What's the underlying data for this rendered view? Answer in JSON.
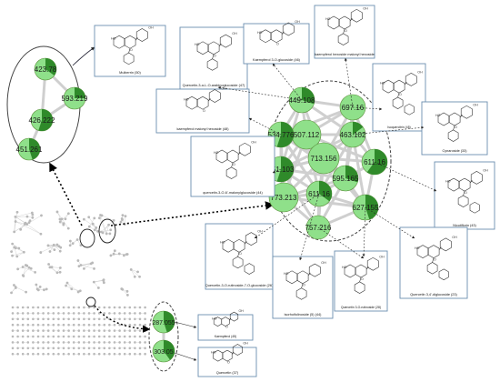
{
  "colors": {
    "node_light": "#8fe08a",
    "node_lime": "#c9ef3b",
    "node_dark": "#2f8a2a",
    "node_stroke": "#5a8f3a",
    "edge": "#cfcfcf",
    "mini_node": "#b9b9b9",
    "mini_edge": "#c7c7c7",
    "box_border": "#6b8fb0",
    "dotted_arrow": "#000000",
    "ellipse_border": "#444444"
  },
  "left_cluster": {
    "nodes": [
      {
        "id": "l1",
        "label": "423.78"
      },
      {
        "id": "l2",
        "label": "593.219"
      },
      {
        "id": "l3",
        "label": "426.222"
      },
      {
        "id": "l4",
        "label": "451.261"
      }
    ]
  },
  "central_network": {
    "nodes": [
      {
        "id": "c1",
        "label": "449.108"
      },
      {
        "id": "c2",
        "label": "697.16"
      },
      {
        "id": "c3",
        "label": "507.112"
      },
      {
        "id": "c4",
        "label": "534.776"
      },
      {
        "id": "c5",
        "label": "463.102"
      },
      {
        "id": "c6",
        "label": "713.156"
      },
      {
        "id": "c7",
        "label": "611.16"
      },
      {
        "id": "c8",
        "label": "551.103"
      },
      {
        "id": "c9",
        "label": "595.165"
      },
      {
        "id": "c10",
        "label": "773.213"
      },
      {
        "id": "c11",
        "label": "611.16"
      },
      {
        "id": "c12",
        "label": "627.155"
      },
      {
        "id": "c13",
        "label": "757.216"
      }
    ]
  },
  "bottom_cluster": {
    "nodes": [
      {
        "id": "b1",
        "label": "287.055"
      },
      {
        "id": "b2",
        "label": "303.05"
      }
    ]
  },
  "compounds": [
    {
      "id": "mulberrin",
      "name": "Mulberrin (50)"
    },
    {
      "id": "quercetin_acetyl",
      "name": "Quercetin-3-α-L-O-arabinoglucoside (47)"
    },
    {
      "id": "kaempferol_glucoside",
      "name": "Kaempferol 3-O-glucoside (46)"
    },
    {
      "id": "kaempferol_hexoside_malonyl",
      "name": "kaempferol hexoside malonyl hexoside"
    },
    {
      "id": "kaempferol_malonyl",
      "name": "kaempferol malonyl hexoside (48)"
    },
    {
      "id": "isoquercitrin",
      "name": "Isoquercitrin (45)"
    },
    {
      "id": "quercetin_malonyl",
      "name": "quercetin-3-O-6'-malonylglucoside (44)"
    },
    {
      "id": "cynaroside",
      "name": "Cynaroside (33)"
    },
    {
      "id": "nicotiflorin",
      "name": "Nicotiflorin (43)"
    },
    {
      "id": "quercetin_rutinoside_glucoside",
      "name": "Quercetin-3-O-rutinoside-7-O-glucoside (26)"
    },
    {
      "id": "isorhoifolin",
      "name": "isorhoifolinoside (5) (44)"
    },
    {
      "id": "quercetin_rutinoside",
      "name": "Quercetin 3-O-rutinoside (28)"
    },
    {
      "id": "quercetin_diglucoside",
      "name": "Quercetin 3,4'-diglucoside (23)"
    },
    {
      "id": "kaempferol",
      "name": "Kaempferol (45)"
    },
    {
      "id": "quercetin",
      "name": "Quercetin (37)"
    }
  ]
}
